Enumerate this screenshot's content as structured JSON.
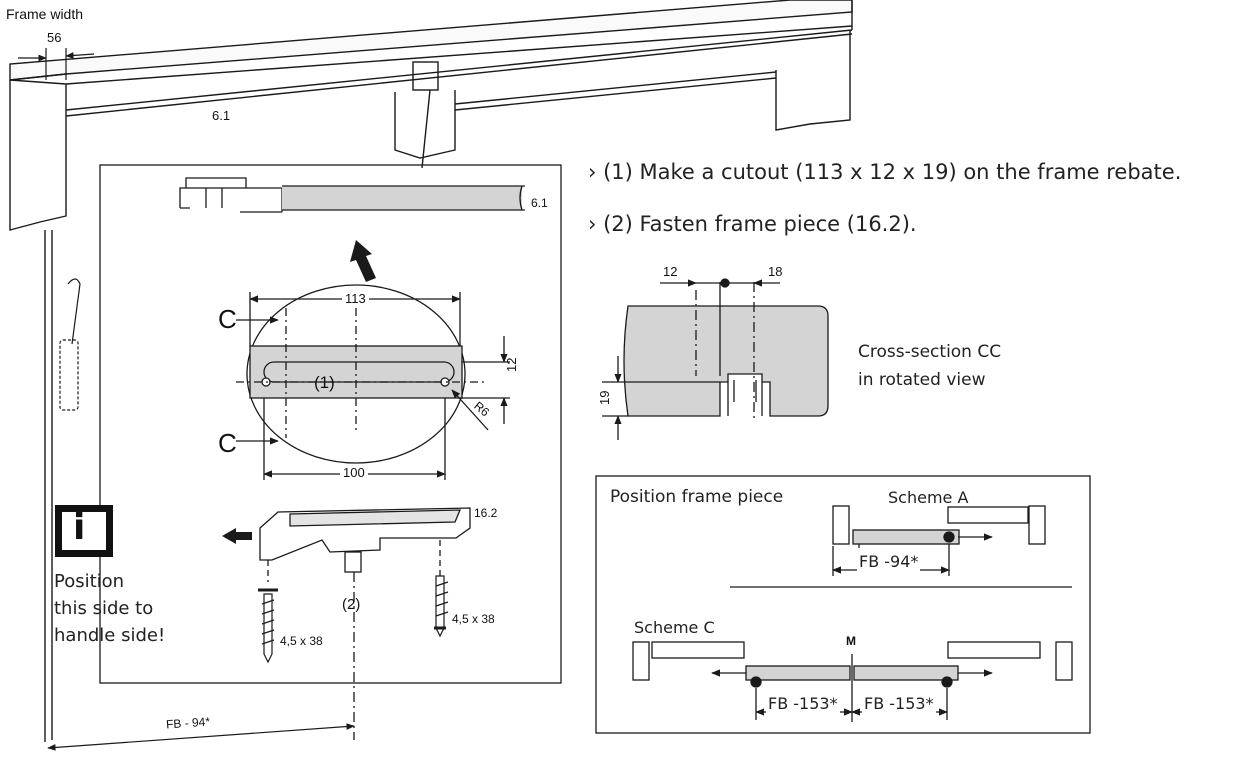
{
  "labels": {
    "frame_width": "Frame width",
    "frame_width_value": "56",
    "part_61_top": "6.1",
    "part_61_right": "6.1",
    "dim_113": "113",
    "dim_100": "100",
    "dim_12_vertical": "12",
    "radius": "R6",
    "section_c_top": "C",
    "section_c_bottom": "C",
    "cutout_marker": "(1)",
    "fasten_marker": "(2)",
    "part_162": "16.2",
    "screw_left": "4,5 x 38",
    "screw_right": "4,5 x 38",
    "fb_94_bottom": "FB - 94*",
    "info_symbol": "i",
    "note_lines": [
      "Position",
      "this side to",
      "handle side!"
    ]
  },
  "instructions": [
    "› (1) Make a cutout (113 x 12 x 19) on the frame rebate.",
    "› (2) Fasten frame piece (16.2)."
  ],
  "cross_section": {
    "dim_12": "12",
    "dim_18": "18",
    "dim_19": "19",
    "caption_lines": [
      "Cross-section CC",
      "in rotated view"
    ]
  },
  "position_box": {
    "title": "Position frame piece",
    "scheme_a": "Scheme A",
    "scheme_c": "Scheme C",
    "fb_94": "FB -94*",
    "middle": "M",
    "fb_153_left": "FB -153*",
    "fb_153_right": "FB -153*"
  },
  "colors": {
    "gray_fill": "#d4d4d4",
    "line": "#1a1a1a"
  }
}
